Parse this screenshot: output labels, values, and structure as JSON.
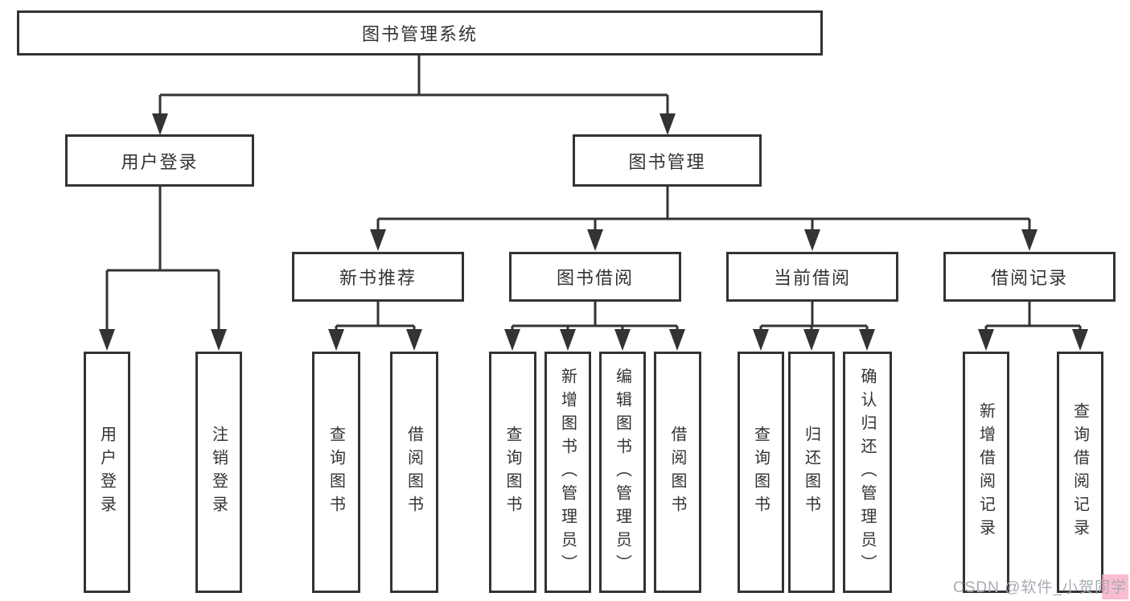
{
  "diagram": {
    "root": {
      "label": "图书管理系统"
    },
    "level2": {
      "user_login": {
        "label": "用户登录"
      },
      "book_management": {
        "label": "图书管理"
      }
    },
    "level3": {
      "new_book_recommendation": {
        "label": "新书推荐"
      },
      "book_borrowing": {
        "label": "图书借阅"
      },
      "current_borrowing": {
        "label": "当前借阅"
      },
      "borrowing_records": {
        "label": "借阅记录"
      }
    },
    "leaves": {
      "user_login": {
        "label": "用户登录"
      },
      "logout_login": {
        "label": "注销登录"
      },
      "recommend_query_books": {
        "label": "查询图书"
      },
      "recommend_borrow_books": {
        "label": "借阅图书"
      },
      "borrow_query_books": {
        "label": "查询图书"
      },
      "borrow_add_books": {
        "label": "新增图书（管理员）"
      },
      "borrow_edit_books": {
        "label": "编辑图书（管理员）"
      },
      "borrow_borrow_books": {
        "label": "借阅图书"
      },
      "current_query_books": {
        "label": "查询图书"
      },
      "current_return_books": {
        "label": "归还图书"
      },
      "current_confirm_return": {
        "label": "确认归还（管理员）"
      },
      "records_add_record": {
        "label": "新增借阅记录"
      },
      "records_query_record": {
        "label": "查询借阅记录"
      }
    }
  },
  "watermark": {
    "text": "CSDN @软件_小贺同学"
  },
  "colors": {
    "line": "#333333",
    "text": "#333333",
    "background": "#ffffff",
    "watermark_text": "#a6abb2",
    "watermark_accent": "#f8a5c2"
  }
}
